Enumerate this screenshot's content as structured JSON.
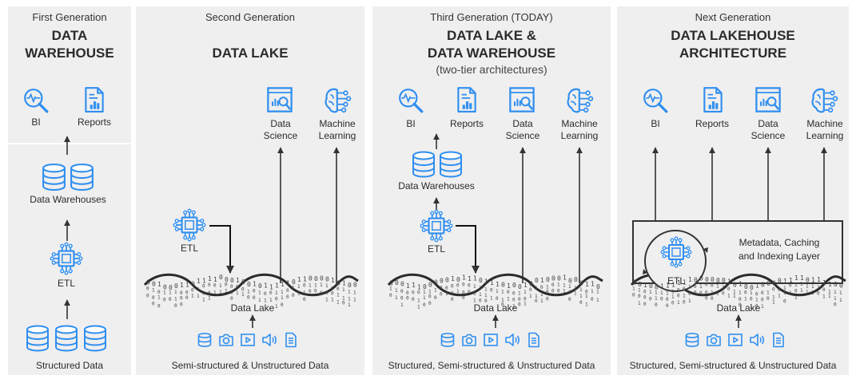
{
  "colors": {
    "panel": "#eeeeee",
    "icon": "#2f8ef0",
    "ink": "#333333",
    "wave": "#2b2b2b"
  },
  "columns": [
    {
      "header": "First Generation",
      "title_lines": [
        "DATA",
        "WAREHOUSE"
      ],
      "bi": "BI",
      "reports": "Reports",
      "warehouses": "Data Warehouses",
      "etl": "ETL",
      "footer": "Structured Data"
    },
    {
      "header": "Second Generation",
      "title_lines": [
        "DATA LAKE"
      ],
      "data_science_lines": [
        "Data",
        "Science"
      ],
      "ml_lines": [
        "Machine",
        "Learning"
      ],
      "etl": "ETL",
      "lake": "Data Lake",
      "footer": "Semi-structured & Unstructured Data"
    },
    {
      "header": "Third Generation (TODAY)",
      "title_lines": [
        "DATA LAKE &",
        "DATA WAREHOUSE"
      ],
      "subtitle": "(two-tier architectures)",
      "bi": "BI",
      "reports": "Reports",
      "data_science_lines": [
        "Data",
        "Science"
      ],
      "ml_lines": [
        "Machine",
        "Learning"
      ],
      "warehouses": "Data Warehouses",
      "etl": "ETL",
      "lake": "Data Lake",
      "footer": "Structured, Semi-structured & Unstructured Data"
    },
    {
      "header": "Next Generation",
      "title_lines": [
        "DATA LAKEHOUSE",
        "ARCHITECTURE"
      ],
      "bi": "BI",
      "reports": "Reports",
      "data_science_lines": [
        "Data",
        "Science"
      ],
      "ml_lines": [
        "Machine",
        "Learning"
      ],
      "layer_lines": [
        "Metadata, Caching",
        "and Indexing Layer"
      ],
      "etl": "ETL",
      "lake": "Data Lake",
      "footer": "Structured, Semi-structured & Unstructured Data"
    }
  ]
}
